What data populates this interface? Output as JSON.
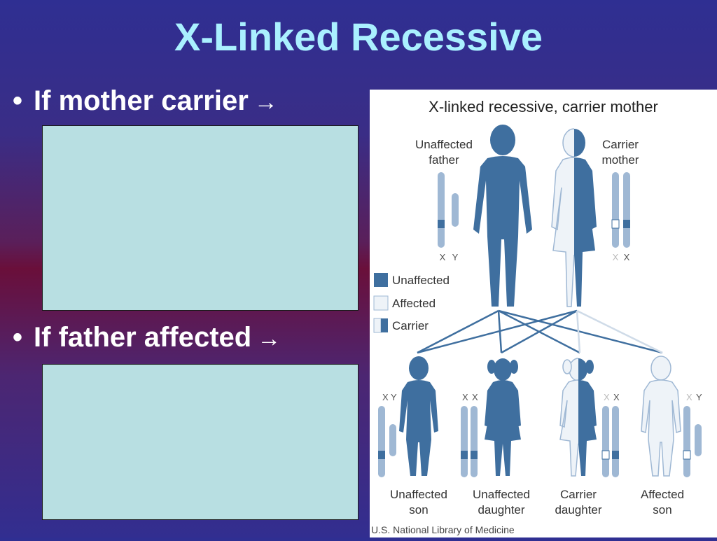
{
  "slide": {
    "title": "X-Linked Recessive",
    "bullets": [
      {
        "text": "If mother carrier",
        "arrow": "→"
      },
      {
        "text": "If father affected",
        "arrow": "→"
      }
    ]
  },
  "figure": {
    "title": "X-linked recessive, carrier mother",
    "parents": [
      {
        "label_line1": "Unaffected",
        "label_line2": "father",
        "chromosomes": "X Y"
      },
      {
        "label_line1": "Carrier",
        "label_line2": "mother",
        "chromosomes": "X X"
      }
    ],
    "legend": [
      {
        "label": "Unaffected",
        "color": "#3f6f9f"
      },
      {
        "label": "Affected",
        "color": "#e8eef4"
      },
      {
        "label": "Carrier",
        "color": "#3f6f9f"
      }
    ],
    "children": [
      {
        "label_line1": "Unaffected",
        "label_line2": "son",
        "chromosomes": "X Y"
      },
      {
        "label_line1": "Unaffected",
        "label_line2": "daughter",
        "chromosomes": "X X"
      },
      {
        "label_line1": "Carrier",
        "label_line2": "daughter",
        "chromosomes": "X X"
      },
      {
        "label_line1": "Affected",
        "label_line2": "son",
        "chromosomes": "X Y"
      }
    ],
    "credit": "U.S. National Library of Medicine",
    "colors": {
      "dark": "#3f6f9f",
      "light": "#e6eef5",
      "chromosome": "#9fb8d4"
    }
  }
}
